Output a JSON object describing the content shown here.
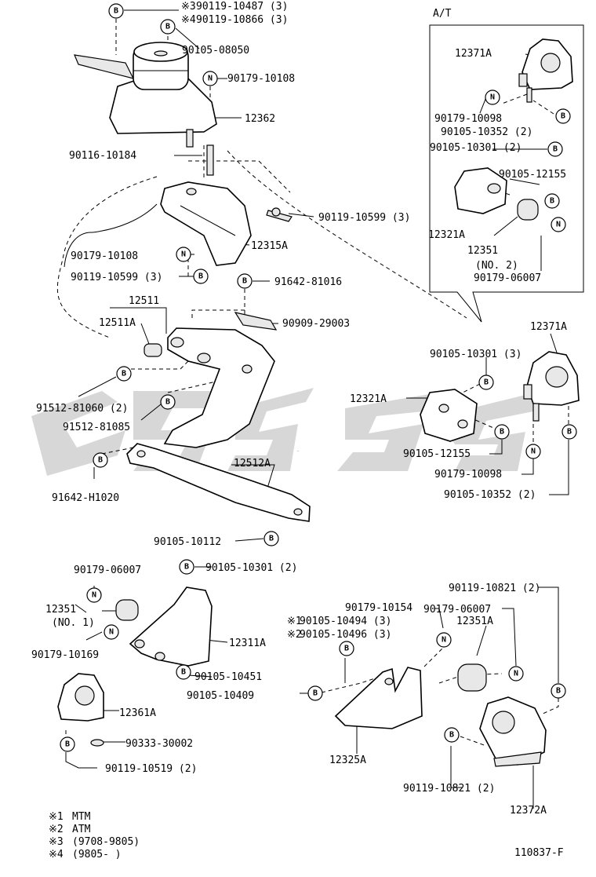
{
  "watermark": "cats",
  "inset": {
    "title": "A/T"
  },
  "figure_code": "110837-F",
  "notes": [
    {
      "mark": "※1",
      "text": "MTM"
    },
    {
      "mark": "※2",
      "text": "ATM"
    },
    {
      "mark": "※3",
      "text": "(9708-9805)"
    },
    {
      "mark": "※4",
      "text": "(9805-      )"
    }
  ],
  "callouts": [
    "90119-10487 (3)",
    "90119-10866 (3)",
    "90105-08050",
    "90179-10108",
    "12362",
    "90116-10184",
    "90119-10599 (3)",
    "90179-10108",
    "12315A",
    "90119-10599 (3)",
    "91642-81016",
    "12511",
    "12511A",
    "90909-29003",
    "91512-81060 (2)",
    "91512-81085",
    "91642-H1020",
    "12512A",
    "90105-10112",
    "12371A",
    "90179-10098",
    "90105-10352 (2)",
    "90105-10301 (2)",
    "90105-12155",
    "12321A",
    "12351",
    "(NO. 2)",
    "90179-06007",
    "12371A",
    "90105-10301 (3)",
    "12321A",
    "90105-12155",
    "90179-10098",
    "90105-10352 (2)",
    "90179-06007",
    "12351",
    "(NO. 1)",
    "90179-10169",
    "90105-10301 (2)",
    "12311A",
    "90105-10451",
    "12361A",
    "90333-30002",
    "90119-10519 (2)",
    "90119-10821 (2)",
    "90179-06007",
    "90179-10154",
    "90105-10494 (3)",
    "90105-10496 (3)",
    "12351A",
    "90105-10409",
    "12325A",
    "90119-10821 (2)",
    "12372A"
  ],
  "callout_marks": [
    "※3",
    "※4",
    "※1",
    "※2"
  ],
  "markers": {
    "bolt": "B",
    "nut": "N"
  },
  "colors": {
    "ink": "#000000",
    "watermark": "#bdbdbd"
  }
}
